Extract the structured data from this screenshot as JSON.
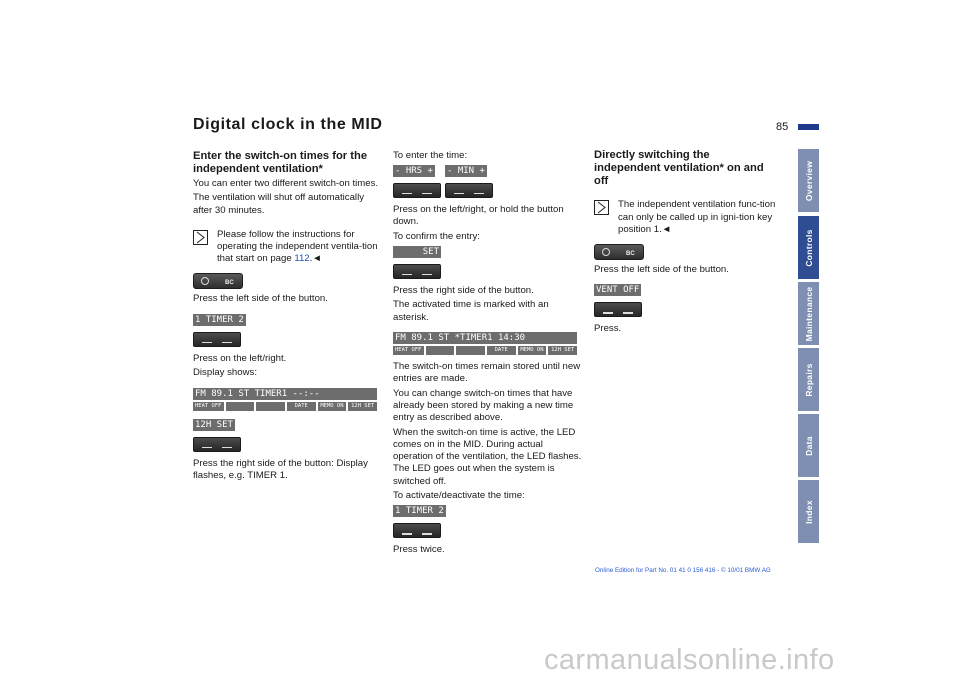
{
  "page": {
    "title": "Digital clock in the MID",
    "number": "85"
  },
  "col1": {
    "heading": "Enter the switch-on times for the independent ventilation*",
    "p1": "You can enter two different switch-on times.",
    "p2": "The ventilation will shut off automatically after 30 minutes.",
    "note_before": "Please follow the instructions for operating the independent ventila-tion that start on page ",
    "note_link": "112",
    "note_after": ".◄",
    "btn_label": "BC",
    "s1": "Press the left side of the button.",
    "disp1": "1 TIMER 2",
    "s2": "Press on the left/right.",
    "s3": "Display shows:",
    "disp2_main": "FM  89.1 ST     TIMER1 --:--",
    "disp2_cells": [
      "HEAT OFF",
      "",
      "",
      "DATE",
      "MEMO ON",
      "12H SET"
    ],
    "disp3": "12H  SET",
    "s4": "Press the right side of the button: Display flashes, e.g. TIMER 1."
  },
  "col2": {
    "s1": "To enter the time:",
    "disp1a": "- HRS +",
    "disp1b": "- MIN +",
    "s2": "Press on the left/right, or hold the button down.",
    "s3": "To confirm the entry:",
    "disp2": "SET",
    "s4": "Press the right side of the button.",
    "s5": "The activated time is marked with an asterisk.",
    "disp3_main": "FM  89.1 ST     *TIMER1 14:30",
    "disp3_cells": [
      "HEAT OFF",
      "",
      "",
      "DATE",
      "MEMO ON",
      "12H SET"
    ],
    "s6": "The switch-on times remain stored until new entries are made.",
    "s7": "You can change switch-on times that have already been stored by making a new time entry as described above.",
    "s8": "When the switch-on time is active, the LED comes on in the MID. During actual operation of the ventilation, the LED flashes. The LED goes out when the system is switched off.",
    "s9": "To activate/deactivate the time:",
    "disp4": "1 TIMER 2",
    "s10": "Press twice."
  },
  "col3": {
    "heading": "Directly switching the independent ventilation* on and off",
    "note": "The independent ventilation func-tion can only be called up in igni-tion key position 1.◄",
    "btn_label": "BC",
    "s1": "Press the left side of the button.",
    "disp1": "VENT OFF",
    "s2": "Press."
  },
  "side_tabs": [
    {
      "label": "Overview",
      "active": false
    },
    {
      "label": "Controls",
      "active": true
    },
    {
      "label": "Maintenance",
      "active": false
    },
    {
      "label": "Repairs",
      "active": false
    },
    {
      "label": "Data",
      "active": false
    },
    {
      "label": "Index",
      "active": false
    }
  ],
  "footer": "Online Edition for Part No. 01 41 0 156 416 - © 10/01 BMW AG",
  "watermark": "carmanualsonline.info",
  "colors": {
    "tab_active": "#2e4d92",
    "tab_inactive": "#7e8fb1",
    "link": "#1f4fbf",
    "display": "#6d6d6d"
  }
}
